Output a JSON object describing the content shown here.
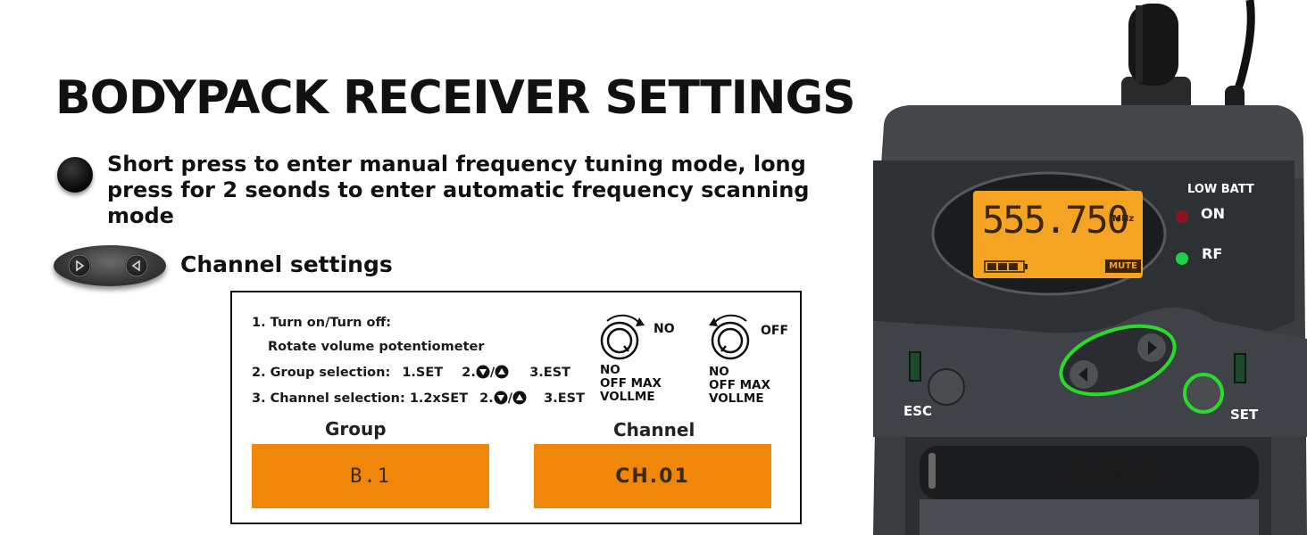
{
  "title": "BODYPACK RECEIVER SETTINGS",
  "set_button_desc": "Short press to enter manual frequency tuning mode, long press for 2 seonds to enter automatic frequency scanning mode",
  "channel_settings_label": "Channel settings",
  "panel": {
    "step1_title": "1. Turn on/Turn off:",
    "step1_detail": "Rotate volume potentiometer",
    "step2_label": "2. Group selection:",
    "step2_a": "1.SET",
    "step2_b": "2.",
    "step2_c": "3.EST",
    "step3_label": "3. Channel selection:",
    "step3_a": "1.2xSET",
    "step3_b": "2.",
    "step3_c": "3.EST",
    "slash": "/",
    "knob_on": {
      "word": "NO",
      "caption_1": "NO",
      "caption_2": "OFF MAX",
      "caption_3": "VOLLME"
    },
    "knob_off": {
      "word": "OFF",
      "caption_1": "NO",
      "caption_2": "OFF MAX",
      "caption_3": "VOLLME"
    },
    "group_title": "Group",
    "group_value": "B.1",
    "channel_title": "Channel",
    "channel_value": "CH.01"
  },
  "device": {
    "frequency": "555.750",
    "unit": "MHz",
    "mute": "MUTE",
    "low_batt": "LOW BATT",
    "on": "ON",
    "rf": "RF",
    "esc": "ESC",
    "set": "SET",
    "battery_compartment": "⊕0 UM-3 1⊖"
  },
  "colors": {
    "lcd_orange": "#f0870a",
    "highlight_green": "#2bd92b",
    "device_body": "#3a3d40",
    "led_red": "#8a1420",
    "led_green": "#1fd04a"
  }
}
